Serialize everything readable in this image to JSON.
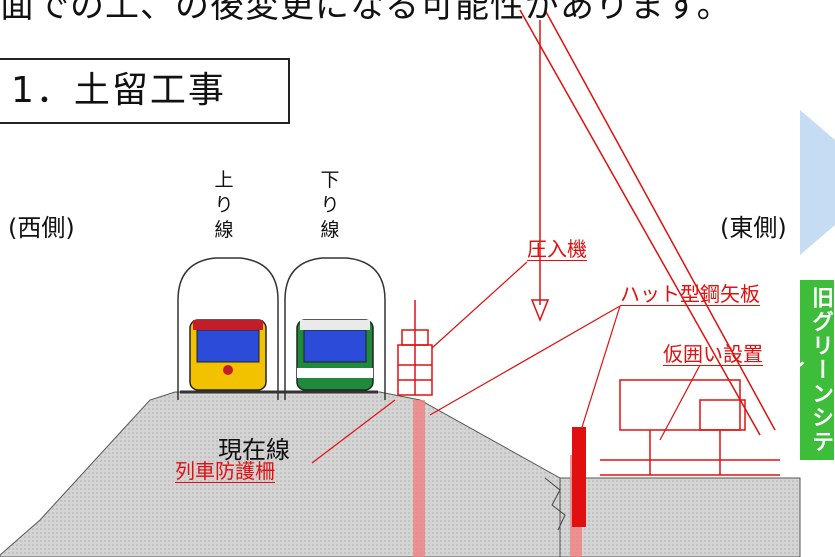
{
  "top_caption": "面での工、の後変更になる可能性があります。",
  "title": "1．土留工事",
  "side_labels": {
    "west": "(西側)",
    "east": "(東側)"
  },
  "tracks": {
    "up": "上\nり\n線",
    "down": "下\nり\n線"
  },
  "ground_label": "現在線",
  "callouts": {
    "press_machine": "圧入機",
    "sheet_pile": "ハット型鋼矢板",
    "temp_fence": "仮囲い設置",
    "train_fence": "列車防護柵"
  },
  "vertical_band": "旧グリーンシティ",
  "colors": {
    "accent": "#e01010",
    "band": "#3ebd3a",
    "ground": "#d9d9d9",
    "train_yellow": "#f2c200",
    "train_green": "#1f8a3b"
  }
}
